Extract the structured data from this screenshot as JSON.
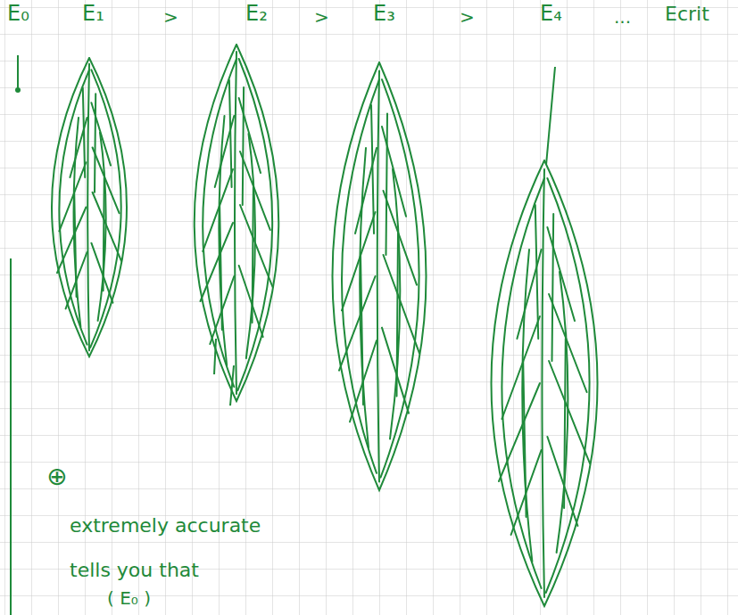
{
  "diagram": {
    "labels": [
      "E₀",
      "E₁",
      ">",
      "E₂",
      ">",
      "E₃",
      ">",
      "E₄",
      "...",
      "Ecrit",
      "⊕",
      "extremely accurate",
      "tells you that",
      "( E₀ )"
    ]
  }
}
